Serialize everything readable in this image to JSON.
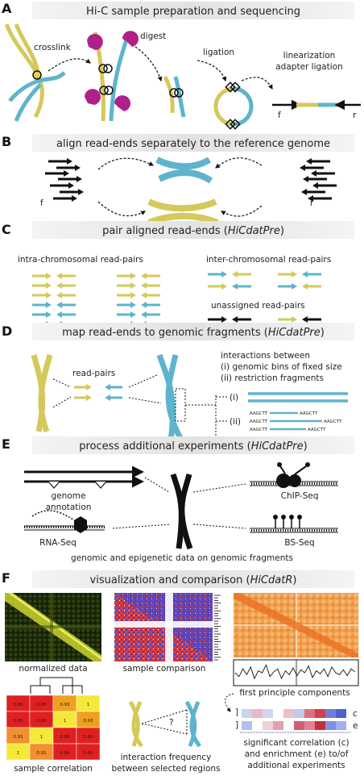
{
  "panels": [
    {
      "letter": "A",
      "title": "Hi-C sample preparation and sequencing"
    },
    {
      "letter": "B",
      "title": "align read-ends separately to the reference genome"
    },
    {
      "letter": "C",
      "title_plain": "pair aligned read-ends (",
      "title_tool": "HiCdatPre",
      "title_close": ")"
    },
    {
      "letter": "D",
      "title_plain": "map read-ends to genomic fragments (",
      "title_tool": "HiCdatPre",
      "title_close": ")"
    },
    {
      "letter": "E",
      "title_plain": "process additional experiments (",
      "title_tool": "HiCdatPre",
      "title_close": ")"
    },
    {
      "letter": "F",
      "title_plain": "visualization and comparison (",
      "title_tool": "HiCdatR",
      "title_close": ")"
    }
  ],
  "panelA": {
    "crosslink": "crosslink",
    "digest": "digest",
    "ligation": "ligation",
    "linearization1": "linearization",
    "linearization2": "adapter ligation",
    "f": "f",
    "r": "r"
  },
  "panelB": {
    "f": "f",
    "r": "r"
  },
  "panelC": {
    "intra": "intra-chromosomal read-pairs",
    "inter": "inter-chromosomal read-pairs",
    "unassigned": "unassigned read-pairs"
  },
  "panelD": {
    "readpairs": "read-pairs",
    "interactions": "interactions between",
    "bins": "(i) genomic bins of fixed size",
    "fragments": "(ii) restriction fragments",
    "i": "(i)",
    "ii": "(ii)",
    "site": "AAGCTT"
  },
  "panelE": {
    "genome1": "genome",
    "genome2": "annotation",
    "rnaseq": "RNA-Seq",
    "chipseq": "ChIP-Seq",
    "bsseq": "BS-Seq",
    "caption": "genomic and epigenetic data on genomic fragments"
  },
  "panelF": {
    "normalized": "normalized data",
    "comparison": "sample comparison",
    "pca": "first principle components",
    "correlation": "sample correlation",
    "freq1": "interaction frequency",
    "freq2": "between selected regions",
    "sig1": "significant correlation (c)",
    "sig2": "and enrichment (e) to/of",
    "sig3": "additional experiments",
    "c": "c",
    "e": "e",
    "qmark": "?",
    "corr_values": [
      [
        "0.86",
        "0.86",
        "0.93",
        "1"
      ],
      [
        "0.86",
        "0.86",
        "1",
        "0.93"
      ],
      [
        "0.91",
        "1",
        "0.86",
        "0.86"
      ],
      [
        "1",
        "0.91",
        "0.86",
        "0.86"
      ]
    ]
  },
  "colors": {
    "yellow": "#d4c95a",
    "blue": "#5eb4cc",
    "magenta": "#b0208a",
    "banner": "#e6e6e6"
  }
}
